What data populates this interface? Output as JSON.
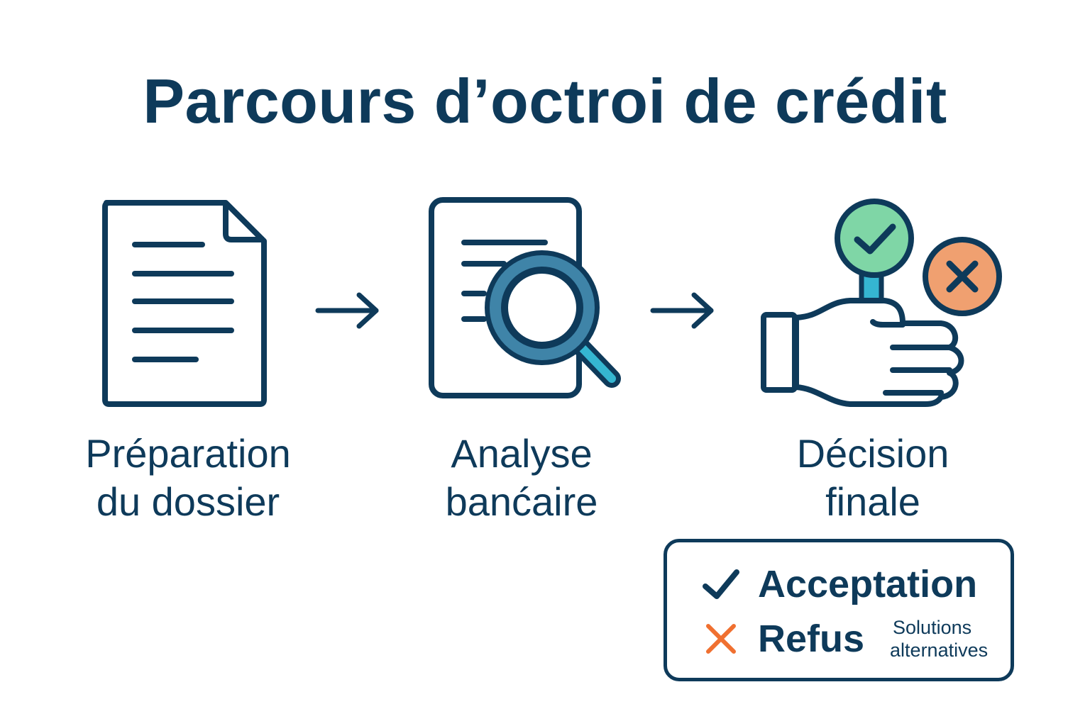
{
  "title": "Parcours d’octroi de crédit",
  "colors": {
    "primary": "#0e3a5a",
    "accent_blue": "#35b6d1",
    "accent_green": "#7fd6a6",
    "accent_orange": "#f0a070",
    "refuse_orange": "#f07030"
  },
  "steps": [
    {
      "icon": "document-icon",
      "line1": "Préparation",
      "line2": "du dossier"
    },
    {
      "icon": "magnifier-document-icon",
      "line1": "Analyse",
      "line2": "banćaire"
    },
    {
      "icon": "hand-decision-icon",
      "line1": "Décision",
      "line2": "finale"
    }
  ],
  "arrows": [
    "arrow-right-icon",
    "arrow-right-icon"
  ],
  "outcomes": {
    "accept": {
      "icon": "check-icon",
      "label": "Acceptation"
    },
    "refuse": {
      "icon": "cross-icon",
      "label": "Refus",
      "note_line1": "Solutions",
      "note_line2": "alternatives"
    }
  }
}
